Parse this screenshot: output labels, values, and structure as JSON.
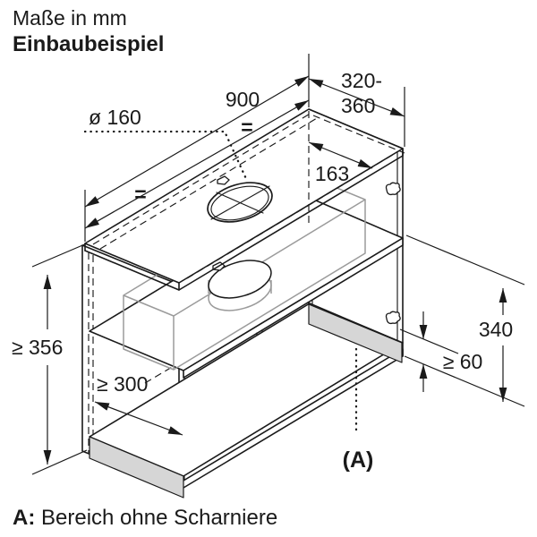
{
  "header": {
    "line1": "Maße in mm",
    "line2": "Einbaubeispiel"
  },
  "dims": {
    "width": "900",
    "depth1": "320-",
    "depth2": "360",
    "hole": "ø 160",
    "center_front": "163",
    "eq": "=",
    "left_height": "≥ 356",
    "bottom_depth": "≥ 300",
    "right_height": "340",
    "hinge_clear": "≥ 60",
    "area": "(A)"
  },
  "footnote": {
    "marker": "A:",
    "text": "Bereich ohne Scharniere"
  },
  "colors": {
    "line": "#1a1a1a",
    "shaded_area": "#d6d6d6",
    "hood_outline": "#9b9b9b"
  }
}
